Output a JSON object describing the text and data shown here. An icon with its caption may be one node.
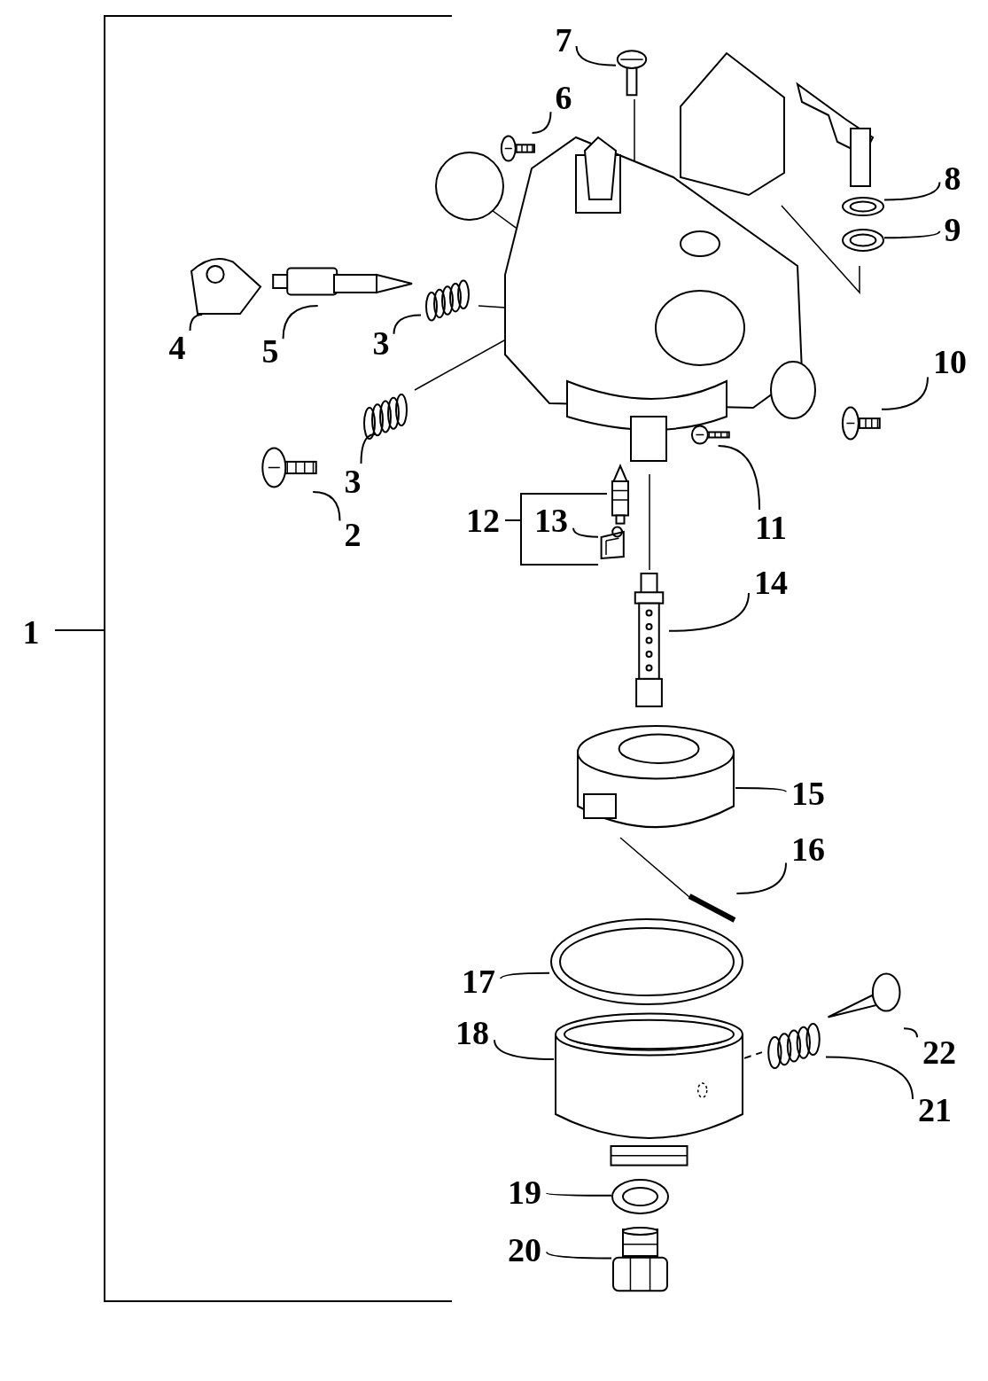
{
  "diagram": {
    "nodes": [
      {
        "text": [
          "7"
        ]
      },
      {
        "text": [],
        "shape": "picture"
      },
      {
        "text": [
          "6"
        ]
      },
      {
        "text": [],
        "shape": "picture"
      },
      {
        "text": [
          "8"
        ]
      },
      {
        "text": [],
        "shape": "picture"
      },
      {
        "text": [
          "9"
        ]
      },
      {
        "text": [],
        "shape": "picture"
      },
      {
        "text": [
          "4"
        ]
      },
      {
        "text": [],
        "shape": "picture"
      },
      {
        "text": [
          "5"
        ]
      },
      {
        "text": [],
        "shape": "picture"
      },
      {
        "text": [
          "3"
        ]
      },
      {
        "text": [],
        "shape": "picture"
      },
      {
        "text": [
          "10"
        ]
      },
      {
        "text": [],
        "shape": "picture"
      },
      {
        "text": [
          "3"
        ]
      },
      {
        "text": [],
        "shape": "picture"
      },
      {
        "text": [
          "2"
        ]
      },
      {
        "text": [],
        "shape": "picture"
      },
      {
        "text": [
          "11"
        ]
      },
      {
        "text": [],
        "shape": "picture"
      },
      {
        "text": [
          "12"
        ]
      },
      {
        "text": [],
        "shape": "picture"
      },
      {
        "text": [
          "13"
        ]
      },
      {
        "text": [],
        "shape": "picture"
      },
      {
        "text": [
          "14"
        ]
      },
      {
        "text": [],
        "shape": "picture"
      },
      {
        "text": [
          "15"
        ]
      },
      {
        "text": [],
        "shape": "picture"
      },
      {
        "text": [
          "16"
        ]
      },
      {
        "text": [],
        "shape": "picture"
      },
      {
        "text": [
          "17"
        ]
      },
      {
        "text": [],
        "shape": "picture"
      },
      {
        "text": [
          "18"
        ]
      },
      {
        "text": [],
        "shape": "picture"
      },
      {
        "text": [
          "22"
        ]
      },
      {
        "text": [],
        "shape": "picture"
      },
      {
        "text": [
          "21"
        ]
      },
      {
        "text": [],
        "shape": "picture"
      },
      {
        "text": [
          "19"
        ]
      },
      {
        "text": [],
        "shape": "picture"
      },
      {
        "text": [
          "20"
        ]
      },
      {
        "text": [],
        "shape": "picture"
      }
    ],
    "edges": [
      {
        "from": 0,
        "to": 1,
        "arrow": "none"
      },
      {
        "from": 2,
        "to": 3,
        "arrow": "none"
      },
      {
        "from": 4,
        "to": 5,
        "arrow": "none"
      },
      {
        "from": 6,
        "to": 7,
        "arrow": "none"
      },
      {
        "from": 8,
        "to": 9,
        "arrow": "none"
      },
      {
        "from": 10,
        "to": 11,
        "arrow": "none"
      },
      {
        "from": 12,
        "to": 13,
        "arrow": "none"
      },
      {
        "from": 14,
        "to": 15,
        "arrow": "none"
      },
      {
        "from": 16,
        "to": 17,
        "arrow": "none"
      },
      {
        "from": 18,
        "to": 19,
        "arrow": "none"
      },
      {
        "from": 20,
        "to": 21,
        "arrow": "none"
      },
      {
        "from": 22,
        "to": 23,
        "arrow": "none"
      },
      {
        "from": 24,
        "to": 25,
        "arrow": "none"
      },
      {
        "from": 26,
        "to": 27,
        "arrow": "none"
      },
      {
        "from": 28,
        "to": 29,
        "arrow": "none"
      },
      {
        "from": 30,
        "to": 31,
        "arrow": "none"
      },
      {
        "from": 32,
        "to": 33,
        "arrow": "none"
      },
      {
        "from": 34,
        "to": 35,
        "arrow": "none"
      },
      {
        "from": 36,
        "to": 37,
        "arrow": "none"
      },
      {
        "from": 38,
        "to": 39,
        "arrow": "none"
      },
      {
        "from": 40,
        "to": 41,
        "arrow": "none"
      },
      {
        "from": 42,
        "to": 43,
        "arrow": "none"
      },
      {
        "from": 22,
        "to": 25,
        "arrow": "none"
      },
      {
        "from": 35,
        "to": 39,
        "arrow": "none",
        "style": "dashed"
      }
    ],
    "labels": [
      "1"
    ]
  }
}
